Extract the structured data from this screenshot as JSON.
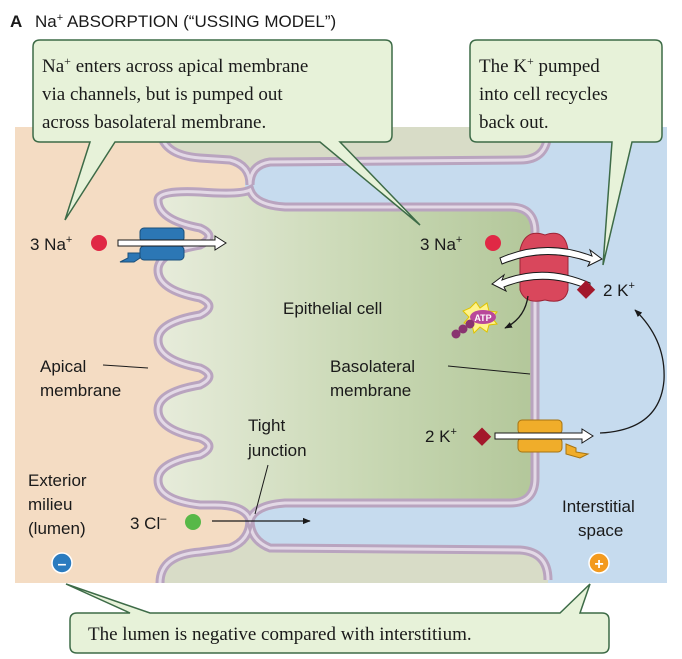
{
  "panel": {
    "letter": "A",
    "title_pre": "Na",
    "title_sup": "+",
    "title_post": " ABSORPTION (“USSING MODEL”)"
  },
  "callouts": {
    "top_left": {
      "line1_pre": "Na",
      "line1_sup": "+",
      "line1_post": " enters across apical membrane",
      "line2": "via channels, but is pumped out",
      "line3": "across basolateral membrane."
    },
    "top_right": {
      "line1_pre": "The K",
      "line1_sup": "+",
      "line1_post": " pumped",
      "line2": "into cell recycles",
      "line3": "back out."
    },
    "bottom": {
      "text": "The lumen is negative compared with interstitium."
    }
  },
  "labels": {
    "na_apical": {
      "pre": "3 Na",
      "sup": "+"
    },
    "na_baso": {
      "pre": "3 Na",
      "sup": "+"
    },
    "k_pump": {
      "pre": "2 K",
      "sup": "+"
    },
    "k_channel": {
      "pre": "2 K",
      "sup": "+"
    },
    "cl": {
      "pre": "3 Cl",
      "sup": "–"
    },
    "epithelial_cell": "Epithelial cell",
    "apical_membrane": [
      "Apical",
      "membrane"
    ],
    "basolateral_membrane": [
      "Basolateral",
      "membrane"
    ],
    "tight_junction": [
      "Tight",
      "junction"
    ],
    "exterior_milieu": [
      "Exterior",
      "milieu",
      "(lumen)"
    ],
    "interstitial_space": [
      "Interstitial",
      "space"
    ],
    "atp": "ATP",
    "minus_sign": "–",
    "plus_sign": "+"
  },
  "colors": {
    "lumen": "#f4dcc3",
    "interstitium": "#c6dbee",
    "cell_light": "#e6ecd9",
    "cell_dark": "#b5c99d",
    "membrane": "#b9a4bf",
    "membrane_core": "#e3d9e6",
    "callout_fill": "#e7f2d9",
    "callout_stroke": "#3d6b47",
    "na_ion": "#e02845",
    "k_ion": "#a3182b",
    "cl_ion": "#58b848",
    "na_channel": "#2c77b5",
    "k_channel": "#f0ad2a",
    "pump": "#d9475c",
    "atp": "#b9489a",
    "minus_badge": "#2a7bbf",
    "plus_badge": "#f39a1e"
  },
  "icons": [
    "na-channel-icon",
    "na-k-pump-icon",
    "k-channel-icon",
    "atp-icon",
    "minus-badge-icon",
    "plus-badge-icon"
  ]
}
